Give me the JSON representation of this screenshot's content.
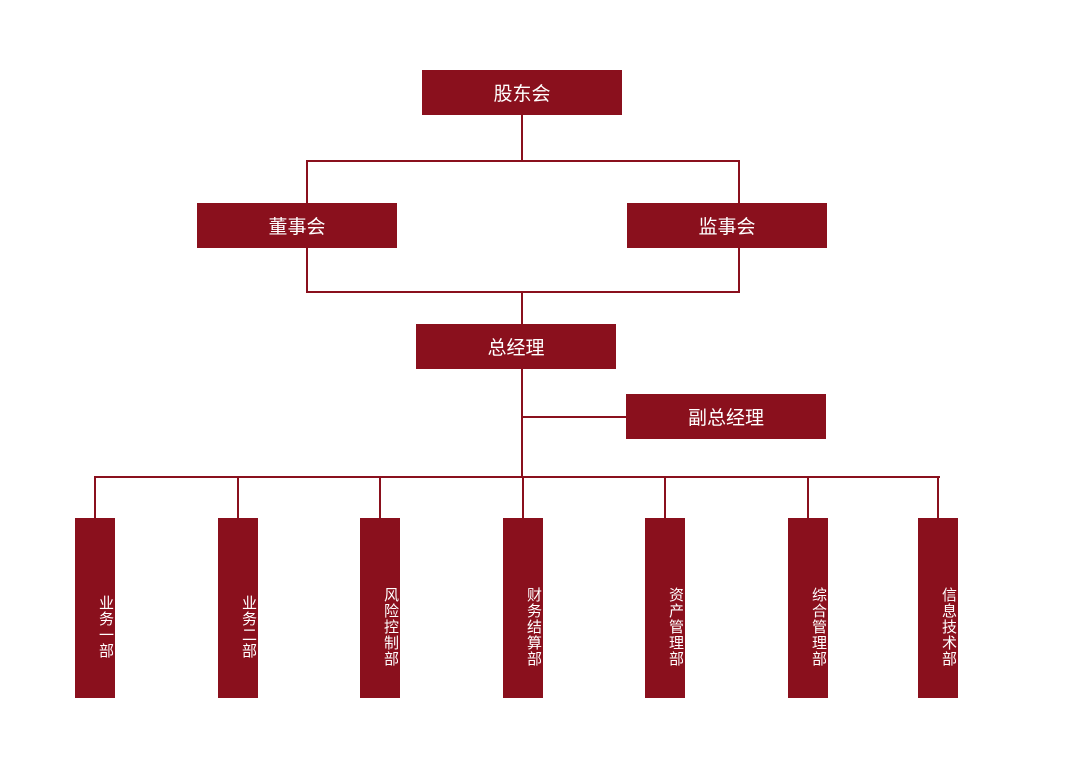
{
  "colors": {
    "node_fill": "#8a101d",
    "node_text": "#ffffff",
    "connector": "#8a101d",
    "background": "#ffffff"
  },
  "org": {
    "shareholders": "股东会",
    "board": "董事会",
    "supervisors": "监事会",
    "gm": "总经理",
    "deputy_gm": "副总经理",
    "departments": [
      "业务一部",
      "业务二部",
      "风险控制部",
      "财务结算部",
      "资产管理部",
      "综合管理部",
      "信息技术部"
    ]
  }
}
